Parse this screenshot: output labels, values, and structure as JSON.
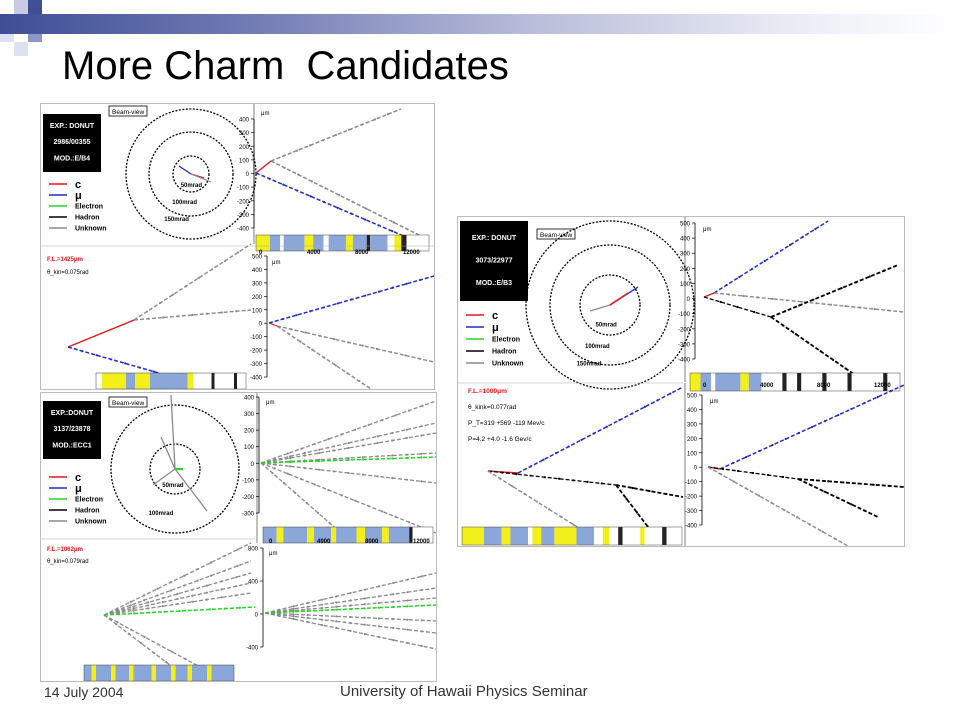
{
  "slide": {
    "title": "More Charm  Candidates",
    "footer_date": "14 July 2004",
    "footer_seminar": "University of Hawaii Physics Seminar"
  },
  "colors": {
    "charm": "#e8141b",
    "muon": "#1d2ec8",
    "electron": "#26d626",
    "hadron": "#000000",
    "unknown": "#8a8a8a",
    "detector_yellow": "#f3ef1a",
    "detector_blue": "#8ba6d9"
  },
  "legend": {
    "c": "c",
    "mu": "μ",
    "electron": "Electron",
    "hadron": "Hadron",
    "unknown": "Unknown"
  },
  "beam_view_label": "Beam-view",
  "unit_label": "μm",
  "events": [
    {
      "id": "e1",
      "exp": "EXP.: DONUT",
      "run": "2986/00355",
      "mod": "MOD.:E/B4",
      "ring_labels": [
        "50mrad",
        "100mrad",
        "150mrad"
      ],
      "fl": "F.L.=1425μm",
      "theta": "θ_kin=0.075rad",
      "y_ticks": [
        "400",
        "300",
        "200",
        "100",
        "0",
        "-100",
        "-200",
        "-300",
        "-400"
      ],
      "y_ticks2": [
        "500",
        "400",
        "300",
        "200",
        "100",
        "0",
        "-100",
        "-200",
        "-300",
        "-400"
      ],
      "x_ticks": [
        "0",
        "4000",
        "8000",
        "12000"
      ]
    },
    {
      "id": "e2",
      "exp": "EXP.:DONUT",
      "run": "3137/23878",
      "mod": "MOD.:ECC1",
      "ring_labels": [
        "50mrad",
        "100mrad"
      ],
      "fl": "F.L.=1062μm",
      "theta": "θ_kin=0.079rad",
      "y_ticks": [
        "400",
        "300",
        "200",
        "100",
        "0",
        "-100",
        "-200",
        "-300"
      ],
      "y_ticks2": [
        "800",
        "400",
        "0",
        "-400"
      ],
      "x_ticks": [
        "0",
        "4000",
        "8000",
        "12000"
      ]
    },
    {
      "id": "e3",
      "exp": "EXP.: DONUT",
      "run": "3073/22977",
      "mod": "MOD.:E/B3",
      "ring_labels": [
        "50mrad",
        "100mrad",
        "150mrad"
      ],
      "fl": "F.L.=1000μm",
      "theta": "θ_kink=0.077rad",
      "pt": "P_T=319 +569 -119 Mev/c",
      "p": "P=4.2 +4.0 -1.6 Gev/c",
      "y_ticks": [
        "500",
        "400",
        "300",
        "200",
        "100",
        "0",
        "-100",
        "-200",
        "-300",
        "-400"
      ],
      "y_ticks2": [
        "500",
        "400",
        "300",
        "200",
        "100",
        "0",
        "-100",
        "-200",
        "-300",
        "-400"
      ],
      "x_ticks": [
        "0",
        "4000",
        "8000",
        "12000"
      ]
    }
  ]
}
